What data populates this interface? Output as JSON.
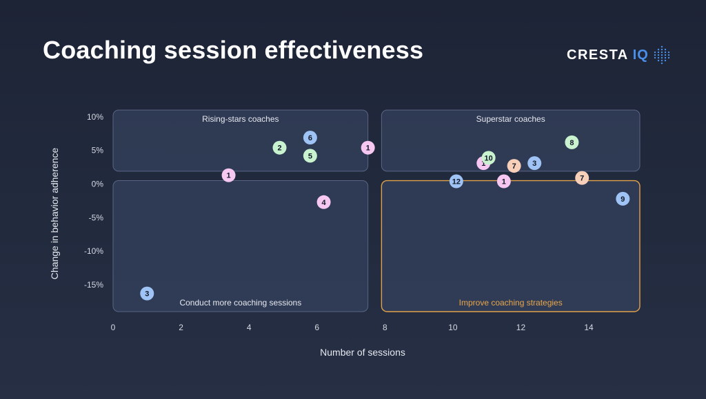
{
  "header": {
    "title": "Coaching session effectiveness",
    "logo_word": "CRESTA",
    "logo_iq": "IQ"
  },
  "colors": {
    "pink": "#f6c7f1",
    "green": "#c9f2cf",
    "blue": "#9fc3f5",
    "peach": "#f8cfb8",
    "highlight": "#e2a24a"
  },
  "chart_data": {
    "type": "scatter",
    "xlabel": "Number of sessions",
    "ylabel": "Change in behavior adherence",
    "xlim": [
      0,
      15.5
    ],
    "ylim": [
      -19,
      11
    ],
    "x_ticks": [
      0,
      2,
      4,
      6,
      8,
      10,
      12,
      14
    ],
    "y_ticks": [
      10,
      5,
      0,
      -5,
      -10,
      -15
    ],
    "y_tick_labels": [
      "10%",
      "5%",
      "0%",
      "-5%",
      "-10%",
      "-15%"
    ],
    "quadrants": [
      {
        "name": "rising-stars",
        "label": "Rising-stars coaches",
        "x_range": [
          0,
          7.5
        ],
        "y_range": [
          1.9,
          11
        ],
        "label_pos": "top",
        "highlight": false
      },
      {
        "name": "superstar",
        "label": "Superstar coaches",
        "x_range": [
          7.9,
          15.5
        ],
        "y_range": [
          1.9,
          11
        ],
        "label_pos": "top",
        "highlight": false
      },
      {
        "name": "conduct-more",
        "label": "Conduct more coaching sessions",
        "x_range": [
          0,
          7.5
        ],
        "y_range": [
          -19,
          0.5
        ],
        "label_pos": "bottom",
        "highlight": false
      },
      {
        "name": "improve-strategies",
        "label": "Improve coaching strategies",
        "x_range": [
          7.9,
          15.5
        ],
        "y_range": [
          -19,
          0.5
        ],
        "label_pos": "bottom",
        "highlight": true
      }
    ],
    "points": [
      {
        "x": 3.4,
        "y": 1.3,
        "label": "1",
        "color": "pink"
      },
      {
        "x": 4.9,
        "y": 5.4,
        "label": "2",
        "color": "green"
      },
      {
        "x": 5.8,
        "y": 6.9,
        "label": "6",
        "color": "blue"
      },
      {
        "x": 5.8,
        "y": 4.2,
        "label": "5",
        "color": "green"
      },
      {
        "x": 7.5,
        "y": 5.4,
        "label": "1",
        "color": "pink"
      },
      {
        "x": 6.2,
        "y": -2.7,
        "label": "4",
        "color": "pink"
      },
      {
        "x": 1.0,
        "y": -16.3,
        "label": "3",
        "color": "blue"
      },
      {
        "x": 10.1,
        "y": 0.4,
        "label": "12",
        "color": "blue"
      },
      {
        "x": 10.9,
        "y": 3.1,
        "label": "1",
        "color": "pink"
      },
      {
        "x": 11.05,
        "y": 3.9,
        "label": "10",
        "color": "green"
      },
      {
        "x": 11.5,
        "y": 0.4,
        "label": "1",
        "color": "pink"
      },
      {
        "x": 11.8,
        "y": 2.7,
        "label": "7",
        "color": "peach"
      },
      {
        "x": 12.4,
        "y": 3.1,
        "label": "3",
        "color": "blue"
      },
      {
        "x": 13.5,
        "y": 6.2,
        "label": "8",
        "color": "green"
      },
      {
        "x": 13.8,
        "y": 0.9,
        "label": "7",
        "color": "peach"
      },
      {
        "x": 15.0,
        "y": -2.2,
        "label": "9",
        "color": "blue"
      }
    ]
  }
}
